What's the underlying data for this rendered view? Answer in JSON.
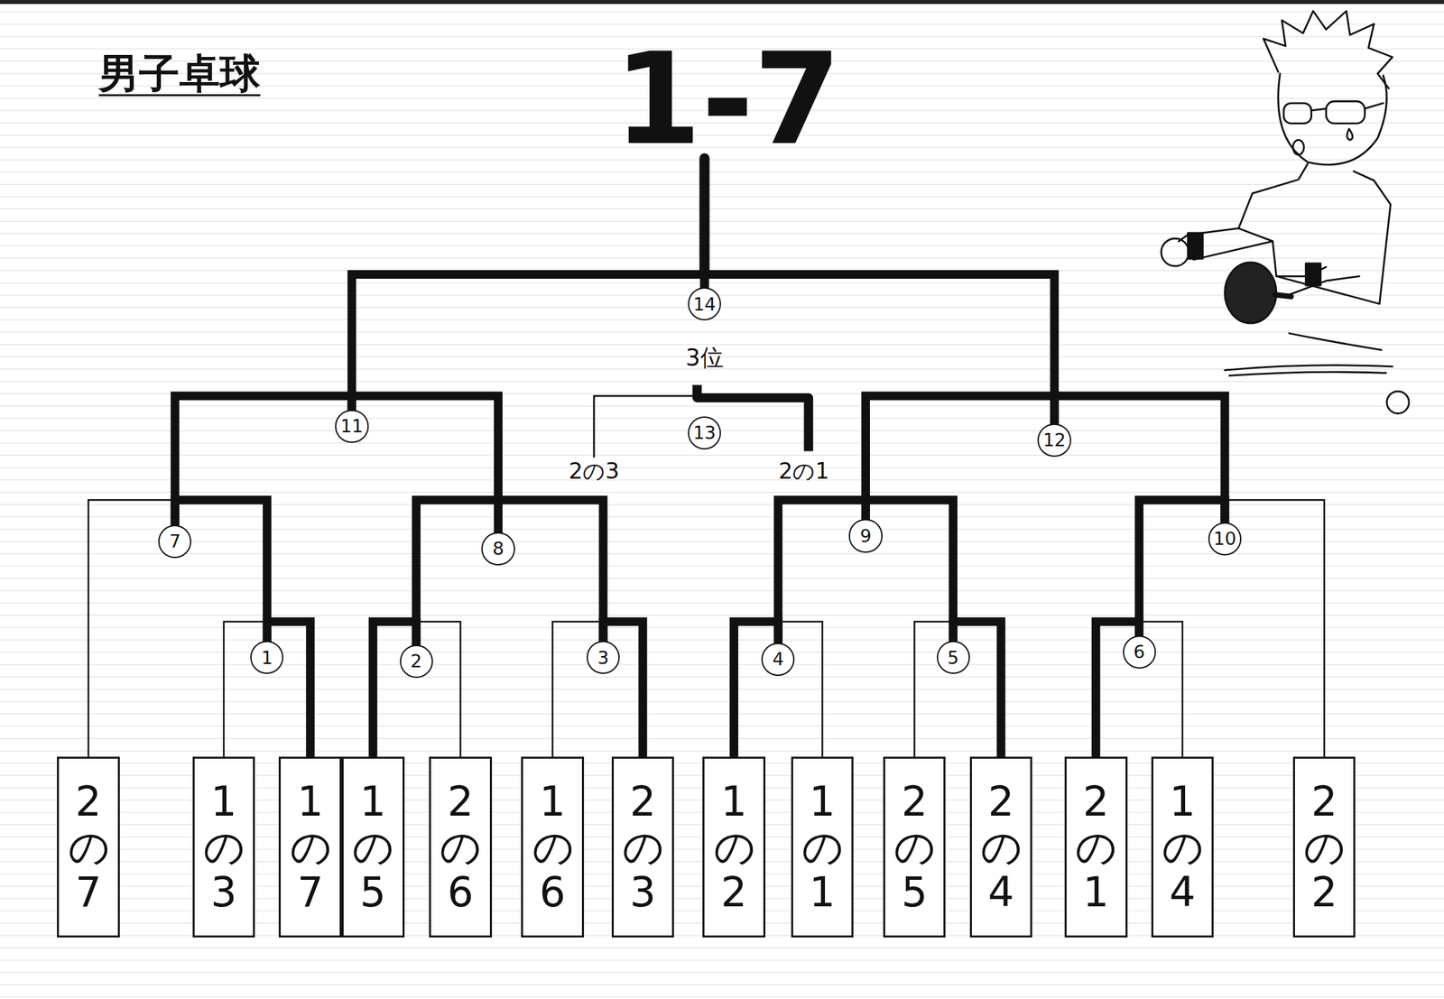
{
  "diagram": {
    "title": "1-7",
    "nodes": [
      {
        "text": [
          "2の7"
        ]
      },
      {
        "text": [
          "1の3"
        ]
      },
      {
        "text": [
          "1の7"
        ]
      },
      {
        "text": [
          "1の5"
        ]
      },
      {
        "text": [
          "2の6"
        ]
      },
      {
        "text": [
          "1の6"
        ]
      },
      {
        "text": [
          "2の3"
        ]
      },
      {
        "text": [
          "1の2"
        ]
      },
      {
        "text": [
          "1の1"
        ]
      },
      {
        "text": [
          "2の5"
        ]
      },
      {
        "text": [
          "2の4"
        ]
      },
      {
        "text": [
          "2の1"
        ]
      },
      {
        "text": [
          "1の4"
        ]
      },
      {
        "text": [
          "2の2"
        ]
      },
      {
        "text": [
          "1"
        ]
      },
      {
        "text": [
          "2"
        ]
      },
      {
        "text": [
          "3"
        ]
      },
      {
        "text": [
          "4"
        ]
      },
      {
        "text": [
          "5"
        ]
      },
      {
        "text": [
          "6"
        ]
      },
      {
        "text": [
          "7"
        ]
      },
      {
        "text": [
          "8"
        ]
      },
      {
        "text": [
          "9"
        ]
      },
      {
        "text": [
          "10"
        ]
      },
      {
        "text": [
          "11"
        ]
      },
      {
        "text": [
          "12"
        ]
      },
      {
        "text": [
          "13"
        ]
      },
      {
        "text": [
          "14"
        ]
      }
    ],
    "edges": [
      {
        "from": 1,
        "to": 14,
        "arrow": "none"
      },
      {
        "from": 2,
        "to": 14,
        "arrow": "none"
      },
      {
        "from": 3,
        "to": 15,
        "arrow": "none"
      },
      {
        "from": 4,
        "to": 15,
        "arrow": "none"
      },
      {
        "from": 5,
        "to": 16,
        "arrow": "none"
      },
      {
        "from": 6,
        "to": 16,
        "arrow": "none"
      },
      {
        "from": 7,
        "to": 17,
        "arrow": "none"
      },
      {
        "from": 8,
        "to": 17,
        "arrow": "none"
      },
      {
        "from": 9,
        "to": 18,
        "arrow": "none"
      },
      {
        "from": 10,
        "to": 18,
        "arrow": "none"
      },
      {
        "from": 11,
        "to": 19,
        "arrow": "none"
      },
      {
        "from": 12,
        "to": 19,
        "arrow": "none"
      },
      {
        "from": 0,
        "to": 20,
        "arrow": "none"
      },
      {
        "from": 14,
        "to": 20,
        "arrow": "none"
      },
      {
        "from": 15,
        "to": 21,
        "arrow": "none"
      },
      {
        "from": 16,
        "to": 21,
        "arrow": "none"
      },
      {
        "from": 17,
        "to": 22,
        "arrow": "none"
      },
      {
        "from": 18,
        "to": 22,
        "arrow": "none"
      },
      {
        "from": 19,
        "to": 23,
        "arrow": "none"
      },
      {
        "from": 13,
        "to": 23,
        "arrow": "none"
      },
      {
        "from": 20,
        "to": 24,
        "arrow": "none"
      },
      {
        "from": 21,
        "to": 24,
        "arrow": "none"
      },
      {
        "from": 22,
        "to": 25,
        "arrow": "none"
      },
      {
        "from": 23,
        "to": 25,
        "arrow": "none"
      },
      {
        "from": 24,
        "to": 27,
        "arrow": "none"
      },
      {
        "from": 25,
        "to": 27,
        "arrow": "none"
      }
    ],
    "labels": [
      "男子卓球",
      "3位",
      "2の3",
      "2の1"
    ]
  }
}
